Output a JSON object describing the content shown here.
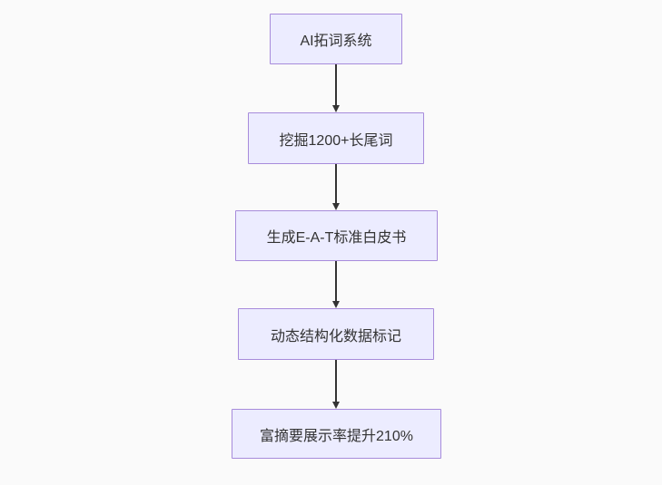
{
  "flowchart": {
    "type": "flowchart",
    "direction": "top-down",
    "nodes": [
      {
        "label": "AI拓词系统"
      },
      {
        "label": "挖掘1200+长尾词"
      },
      {
        "label": "生成E-A-T标准白皮书"
      },
      {
        "label": "动态结构化数据标记"
      },
      {
        "label": "富摘要展示率提升210%"
      }
    ],
    "edges": [
      {
        "from": 0,
        "to": 1
      },
      {
        "from": 1,
        "to": 2
      },
      {
        "from": 2,
        "to": 3
      },
      {
        "from": 3,
        "to": 4
      }
    ],
    "colors": {
      "node_fill": "#ECECFF",
      "node_border": "#9370DB",
      "text": "#333333",
      "arrow": "#333333",
      "background": "#fafafa"
    }
  }
}
